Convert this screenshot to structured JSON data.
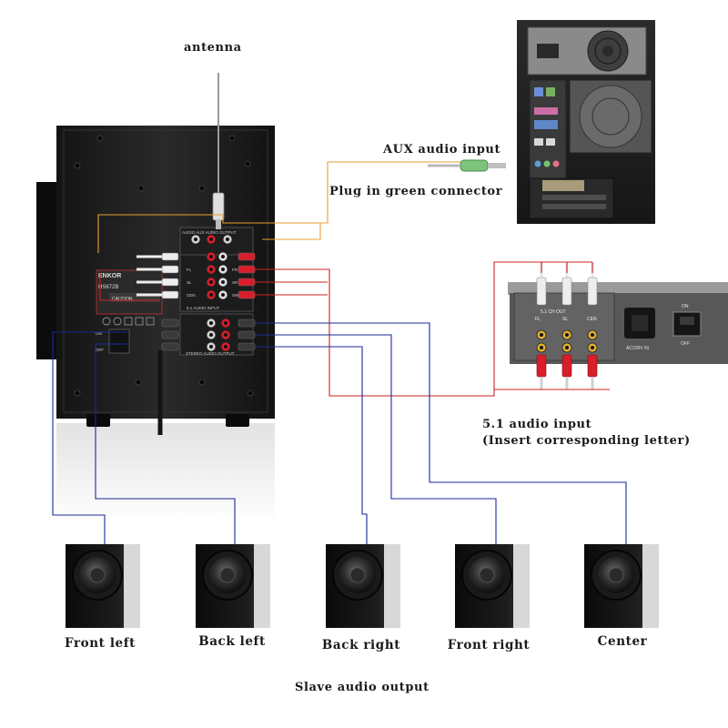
{
  "labels": {
    "antenna": "antenna",
    "aux_input": "AUX audio input",
    "plug_green": "Plug in green connector",
    "input_51_line1": "5.1 audio input",
    "input_51_line2": "(Insert corresponding letter)",
    "slave_output": "Slave audio output"
  },
  "subwoofer_panel": {
    "brand": "ENKOR",
    "model": "HS672B",
    "caution": "CAUTION",
    "aux_header": "AUDIO  AUX AUDIO OUTPUT",
    "surround_header": "5.1 AUDIO INPUT",
    "output_header": "STEREO AUDIO OUTPUT",
    "jack_labels_left": [
      "FL",
      "SL",
      "CEN"
    ],
    "jack_labels_right": [
      "FR",
      "SR",
      "SW"
    ],
    "switch_on": "ON",
    "switch_off": "OFF"
  },
  "source_panel": {
    "header": "5.1 CH OUT",
    "jack_labels": [
      "FL",
      "SL",
      "CEN"
    ],
    "power_label": "AC230V IN",
    "switch_on": "ON",
    "switch_off": "OFF"
  },
  "speakers": [
    {
      "label": "Front left"
    },
    {
      "label": "Back left"
    },
    {
      "label": "Back right"
    },
    {
      "label": "Front right"
    },
    {
      "label": "Center"
    }
  ],
  "colors": {
    "aux_wire": "#e8a030",
    "surround_wire": "#cc2222",
    "speaker_wire": "#1a2a9a",
    "aux_plug": "#7cc47a",
    "panel_dark": "#1b1b1b",
    "rca_red": "#d81e2a",
    "rca_white": "#eeeeee"
  }
}
